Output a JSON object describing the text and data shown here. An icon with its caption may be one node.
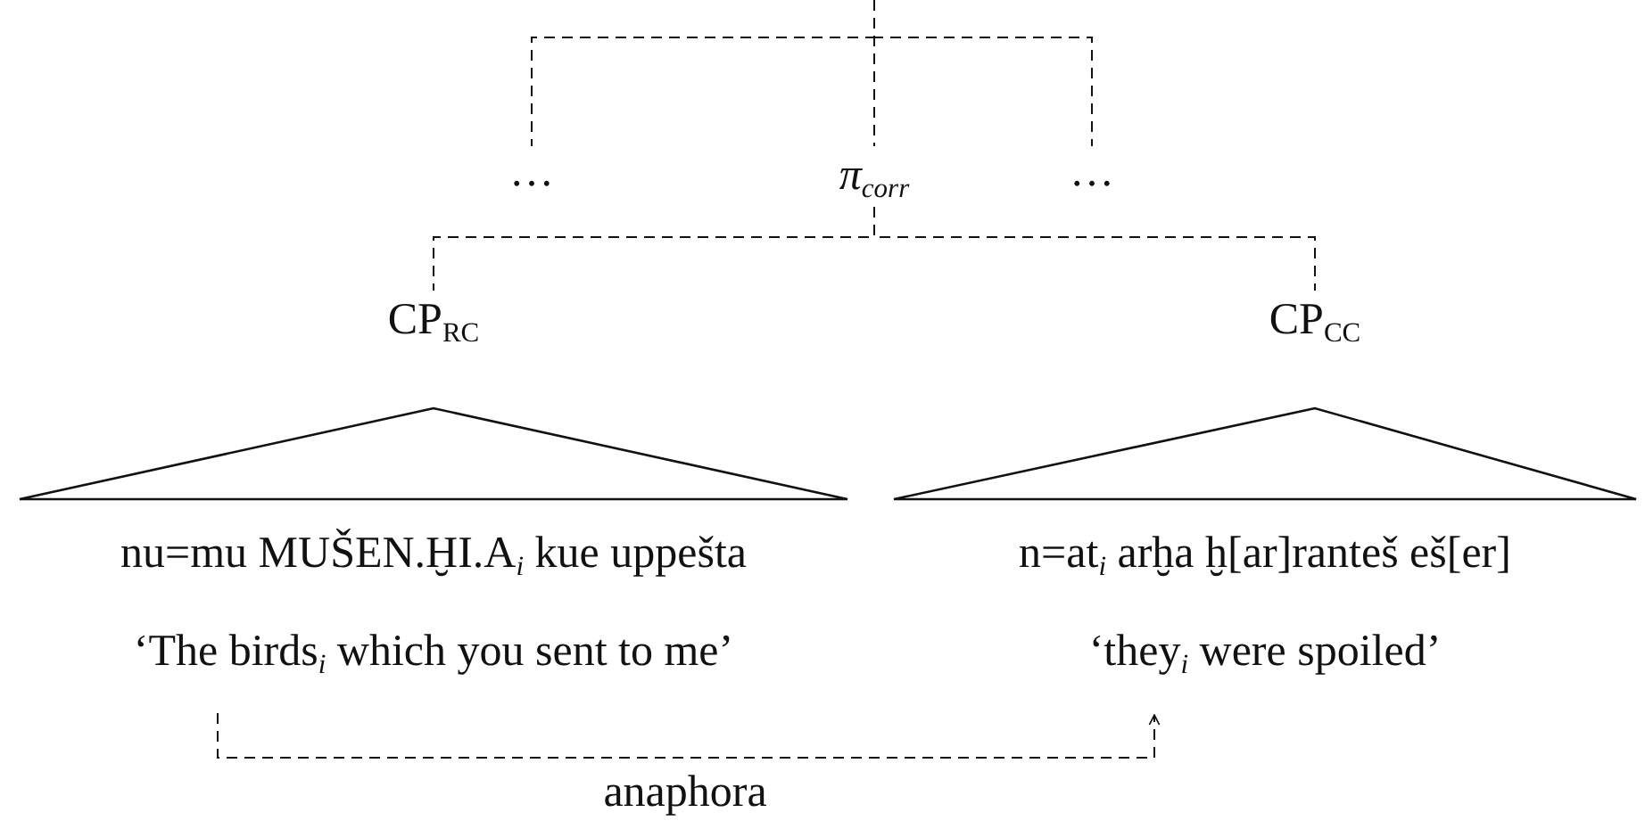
{
  "diagram": {
    "nodes": [
      {
        "text": [
          "…"
        ]
      },
      {
        "text": [
          "π$_{corr}$"
        ]
      },
      {
        "text": [
          "…"
        ]
      },
      {
        "text": [
          "CP$_{RC}$"
        ]
      },
      {
        "text": [
          "CP$_{CC}$"
        ]
      },
      {
        "text": [
          "nu=mu MUŠEN.ḪI.A$_{i}$ kue uppešta",
          "‘The birds$_{i}$ which you sent to me’"
        ]
      },
      {
        "text": [
          "n=at$_{i}$ arḫa ḫ[ar]ranteš eš[er]",
          "‘they$_{i}$ were spoiled’"
        ]
      }
    ],
    "edges": [
      {
        "from": null,
        "to": 0,
        "arrow": "none"
      },
      {
        "from": null,
        "to": 1,
        "arrow": "none"
      },
      {
        "from": null,
        "to": 2,
        "arrow": "none"
      },
      {
        "from": 1,
        "to": 3,
        "arrow": "none"
      },
      {
        "from": 1,
        "to": 4,
        "arrow": "none"
      },
      {
        "from": 5,
        "to": 6,
        "arrow": "to",
        "label": "anaphora"
      }
    ]
  }
}
